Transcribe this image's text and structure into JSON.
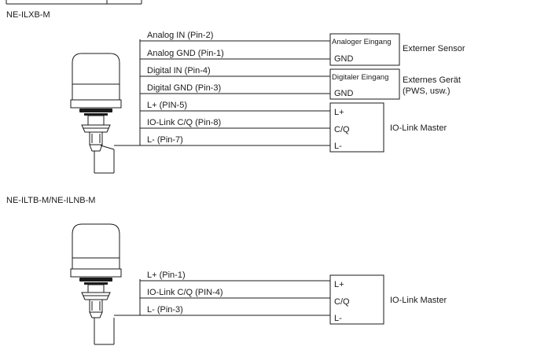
{
  "diagram1": {
    "title": "NE-ILXB-M",
    "wires": [
      "Analog IN (Pin-2)",
      "Analog GND (Pin-1)",
      "Digital IN (Pin-4)",
      "Digital GND (Pin-3)",
      "L+ (PIN-5)",
      "IO-Link C/Q (Pin-8)",
      "L- (Pin-7)"
    ],
    "sensor_box": {
      "top": "Analoger Eingang",
      "bottom": "GND"
    },
    "sensor_label": "Externer Sensor",
    "device_box": {
      "top": "Digitaler Eingang",
      "bottom": "GND"
    },
    "device_label_line1": "Externes Gerät",
    "device_label_line2": "(PWS, usw.)",
    "master_box": [
      "L+",
      "C/Q",
      "L-"
    ],
    "master_label": "IO-Link Master"
  },
  "diagram2": {
    "title": "NE-ILTB-M/NE-ILNB-M",
    "wires": [
      "L+ (Pin-1)",
      "IO-Link C/Q (PIN-4)",
      "L- (Pin-3)"
    ],
    "master_box": [
      "L+",
      "C/Q",
      "L-"
    ],
    "master_label": "IO-Link Master"
  }
}
